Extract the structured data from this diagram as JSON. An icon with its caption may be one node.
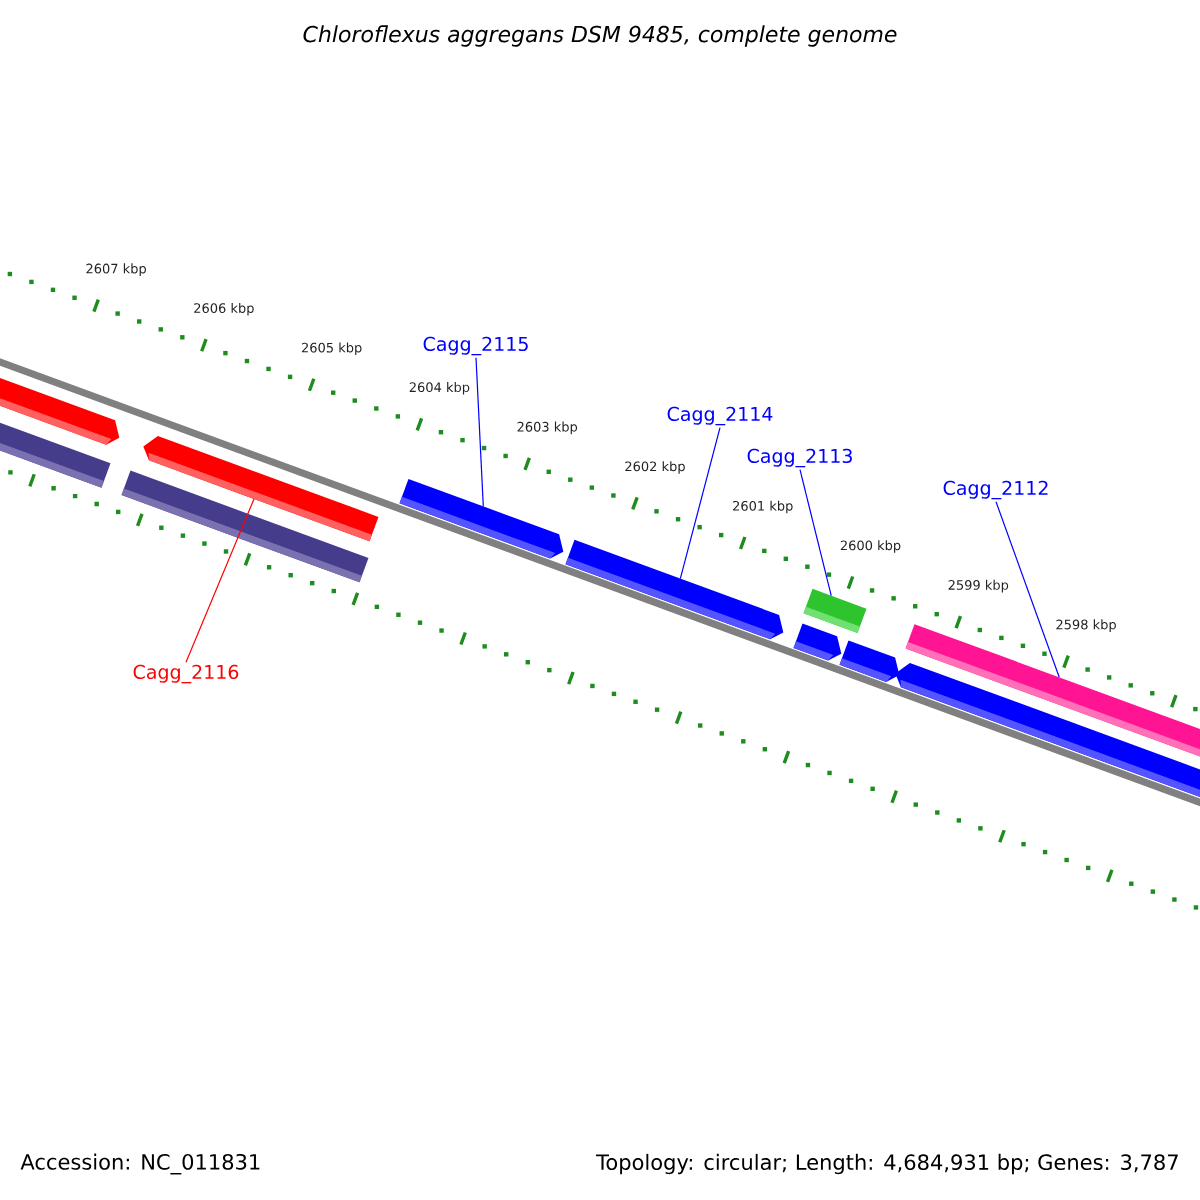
{
  "diagram": {
    "title": "Chloroflexus aggregans DSM 9485, complete genome",
    "nodes": [
      {
        "text": [
          "Cagg_2116"
        ]
      },
      {
        "text": [
          "Cagg_2115"
        ]
      },
      {
        "text": [
          "Cagg_2114"
        ]
      },
      {
        "text": [
          "Cagg_2113"
        ]
      },
      {
        "text": [
          "Cagg_2112"
        ]
      },
      {
        "text": [],
        "shape": "bar"
      },
      {
        "text": [],
        "shape": "bar"
      },
      {
        "text": [],
        "shape": "bar"
      },
      {
        "text": [],
        "shape": "bar"
      },
      {
        "text": [],
        "shape": "bar"
      }
    ],
    "edges": [
      {
        "from": 0,
        "to": 5,
        "arrow": "none",
        "color": "#ff0000"
      },
      {
        "from": 1,
        "to": 6,
        "arrow": "none"
      },
      {
        "from": 2,
        "to": 7,
        "arrow": "none"
      },
      {
        "from": 3,
        "to": 8,
        "arrow": "none"
      },
      {
        "from": 4,
        "to": 9,
        "arrow": "none"
      }
    ],
    "labels": [
      "2607 kbp",
      "2606 kbp",
      "2605 kbp",
      "2604 kbp",
      "2603 kbp",
      "2602 kbp",
      "2601 kbp",
      "2600 kbp",
      "2599 kbp",
      "2598 kbp",
      "Accession: NC_011831",
      "Topology: circular; Length: 4,684,931 bp; Genes: 3,787"
    ]
  }
}
